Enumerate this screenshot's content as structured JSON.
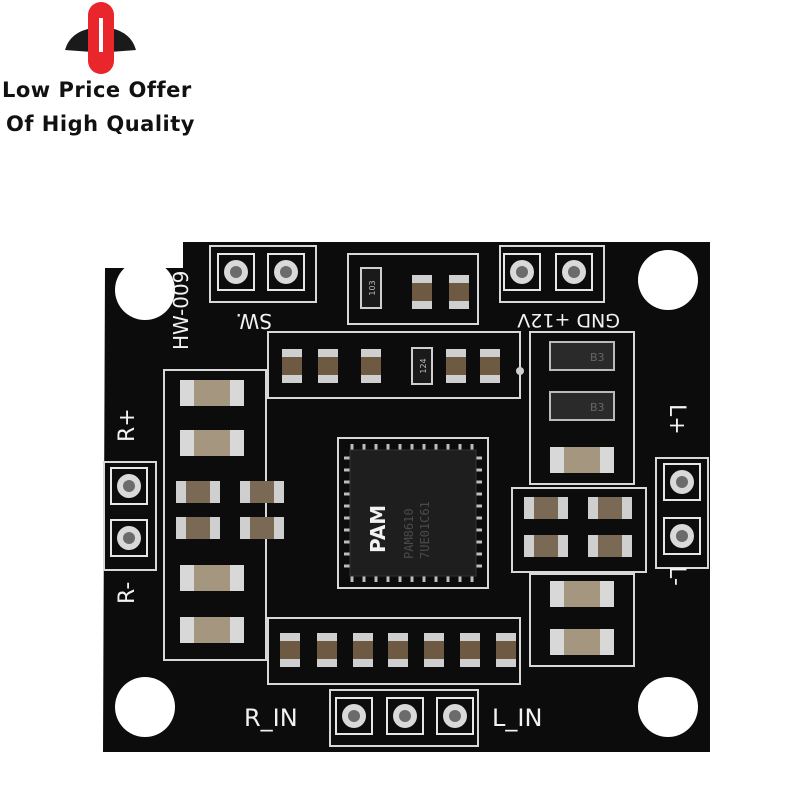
{
  "brand": {
    "tagline_line1": "Low Price Offer",
    "tagline_line2": "Of High Quality",
    "logo_icon": "rocket-icon",
    "logo_color": "#e8262b",
    "logo_dark": "#1a1a1a"
  },
  "board": {
    "model": "HW-009",
    "switch_label": "SW.",
    "power_label": "GND  +12V",
    "r_plus": "R+",
    "r_minus": "R-",
    "l_plus": "L+",
    "l_minus": "L-",
    "r_in": "R_IN",
    "l_in": "L_IN",
    "chip_brand": "PAM",
    "chip_text1": "PAM8610",
    "chip_text2": "7UE01C61",
    "resistor_code1": "103",
    "resistor_code2": "124",
    "diode_code": "B3",
    "pcb_color": "#0c0c0c",
    "silk_color": "#f2f2f2"
  }
}
